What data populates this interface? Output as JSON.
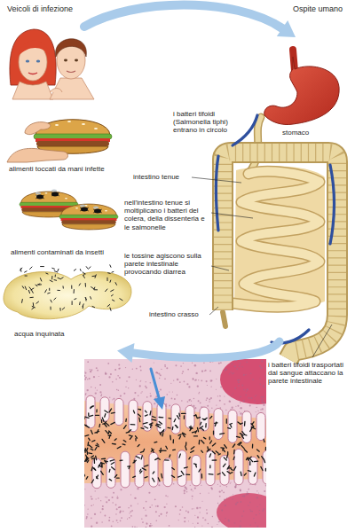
{
  "diagram": {
    "labels": [
      "Veicoli di infezione",
      "Ospite umano",
      "alimenti toccati da mani infette",
      "alimenti contaminati da insetti",
      "acqua inquinata",
      "stomaco",
      "i batteri tifoidi (Salmonella tiphi) entrano in circolo",
      "intestino tenue",
      "nell'intestino tenue si moltiplicano i batteri del colera, della dissenteria e le salmonelle",
      "le tossine agiscono sulla parete intestinale provocando diarrea",
      "intestino crasso",
      "i batteri tifoidi trasportati dal sangue attaccano la parete intestinale"
    ]
  }
}
